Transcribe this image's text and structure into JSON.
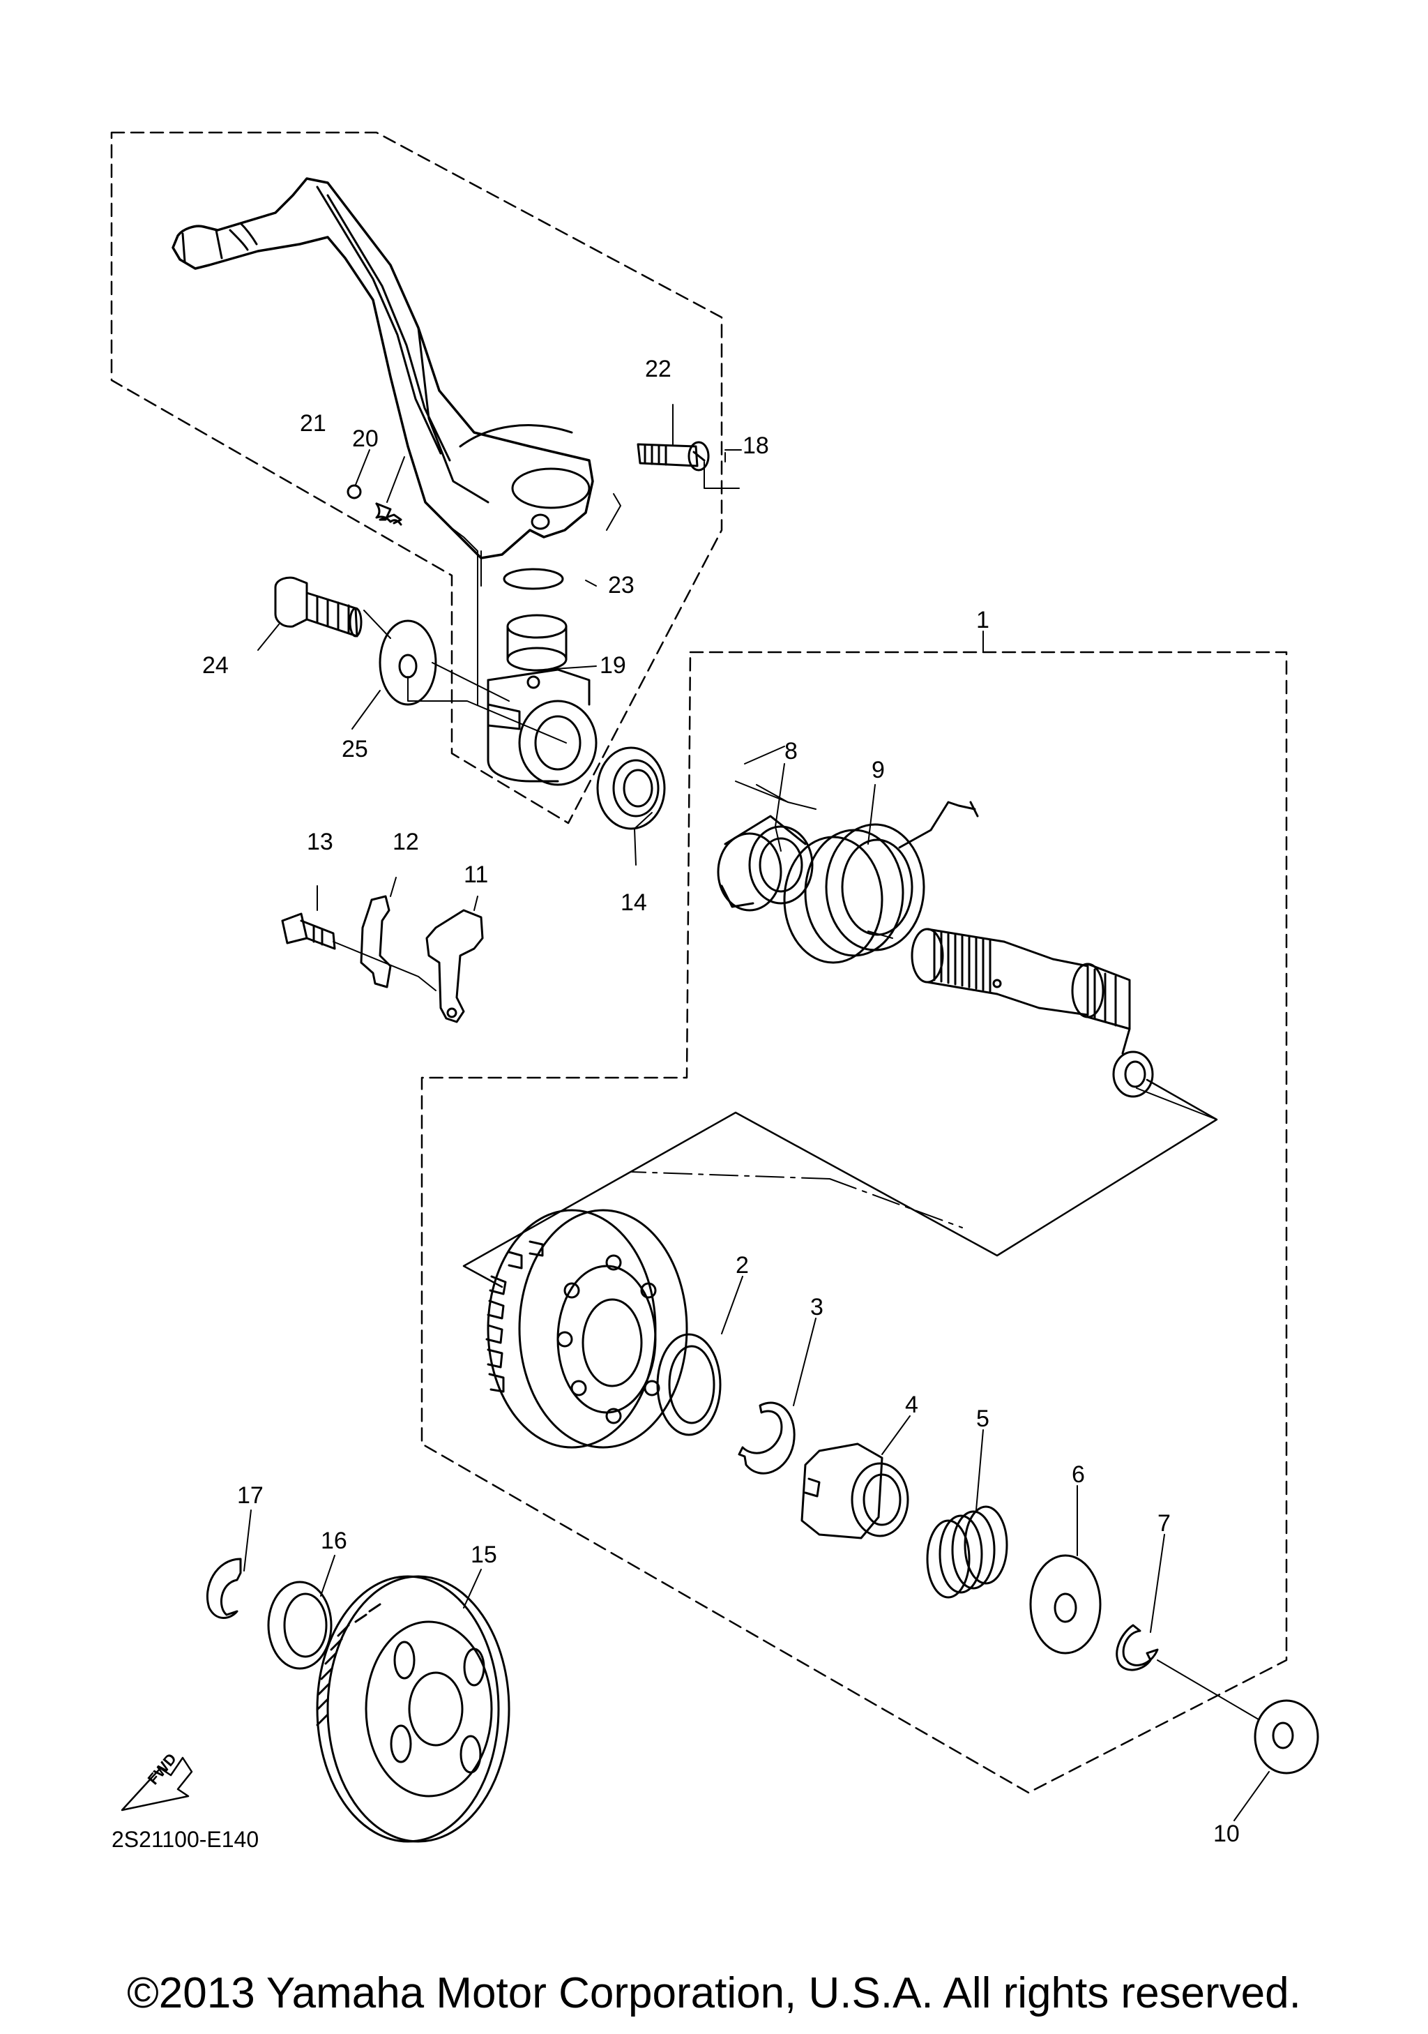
{
  "diagram": {
    "drawing_code": "2S21100-E140",
    "fwd_label": "FWD",
    "copyright": "©2013 Yamaha Motor Corporation, U.S.A. All rights reserved.",
    "part_numbers": [
      "1",
      "2",
      "3",
      "4",
      "5",
      "6",
      "7",
      "8",
      "9",
      "10",
      "11",
      "12",
      "13",
      "14",
      "15",
      "16",
      "17",
      "18",
      "19",
      "20",
      "21",
      "22",
      "23",
      "24",
      "25"
    ]
  }
}
